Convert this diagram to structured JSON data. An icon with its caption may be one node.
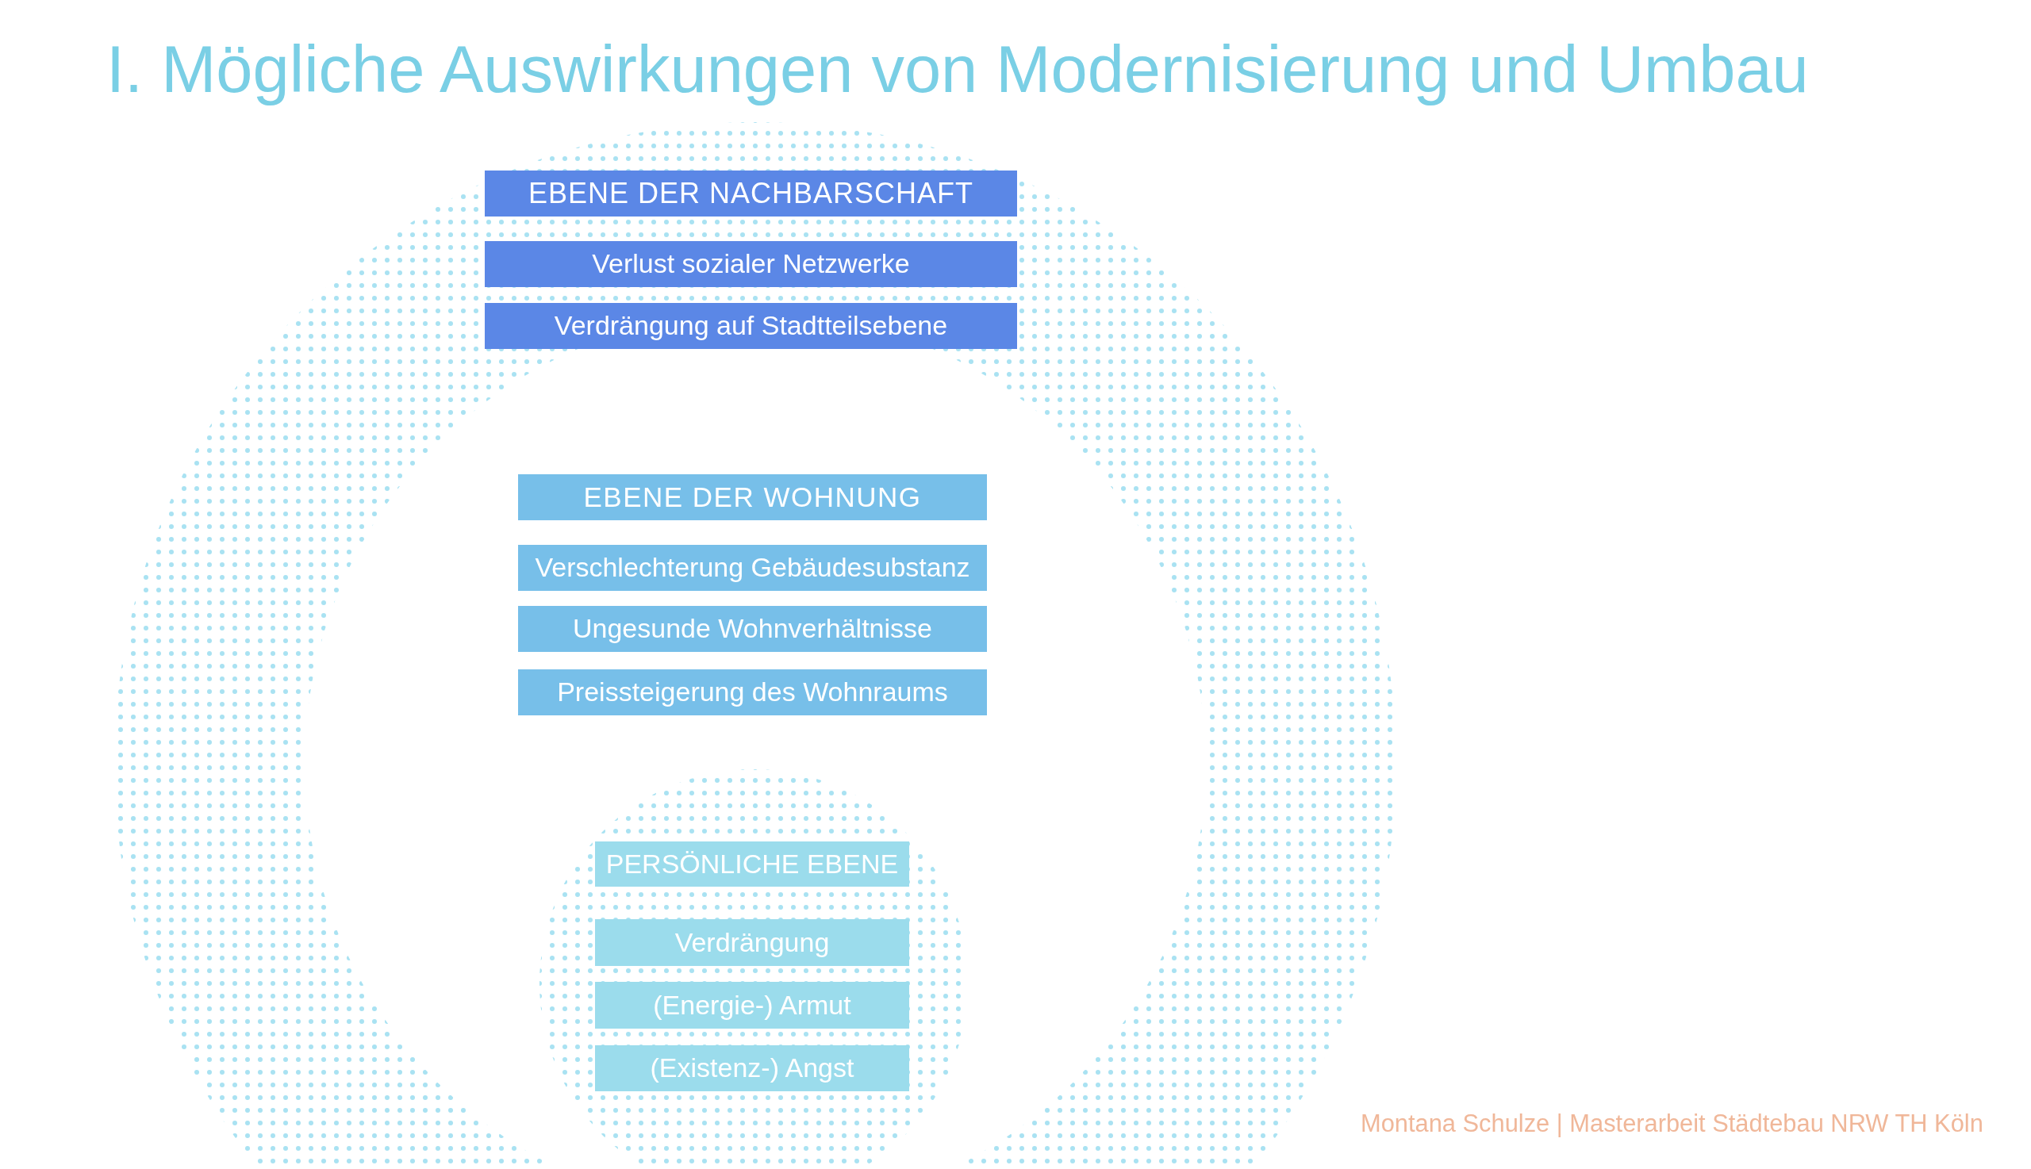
{
  "diagram": {
    "title": "I. Mögliche Auswirkungen von Modernisierung und Umbau",
    "nodes": [
      {
        "text": [],
        "shape": "circle"
      },
      {
        "text": [
          "EBENE DER NACHBARSCHAFT"
        ],
        "in": 0
      },
      {
        "text": [
          "Verlust sozialer Netzwerke"
        ],
        "in": 0
      },
      {
        "text": [
          "Verdrängung auf Stadtteilsebene"
        ],
        "in": 0
      },
      {
        "text": [
          "EBENE DER WOHNUNG"
        ],
        "in": 0
      },
      {
        "text": [
          "Verschlechterung Gebäudesubstanz"
        ],
        "in": 0
      },
      {
        "text": [
          "Ungesunde Wohnverhältnisse"
        ],
        "in": 0
      },
      {
        "text": [
          "Preissteigerung des Wohnraums"
        ],
        "in": 0
      },
      {
        "text": [],
        "shape": "circle",
        "in": 0
      },
      {
        "text": [
          "PERSÖNLICHE EBENE"
        ],
        "in": 8
      },
      {
        "text": [
          "Verdrängung"
        ],
        "in": 8
      },
      {
        "text": [
          "(Energie-) Armut"
        ],
        "in": 8
      },
      {
        "text": [
          "(Existenz-) Angst"
        ],
        "in": 8
      }
    ],
    "labels": [
      "Montana Schulze | Masterarbeit Städtebau NRW TH Köln"
    ]
  }
}
